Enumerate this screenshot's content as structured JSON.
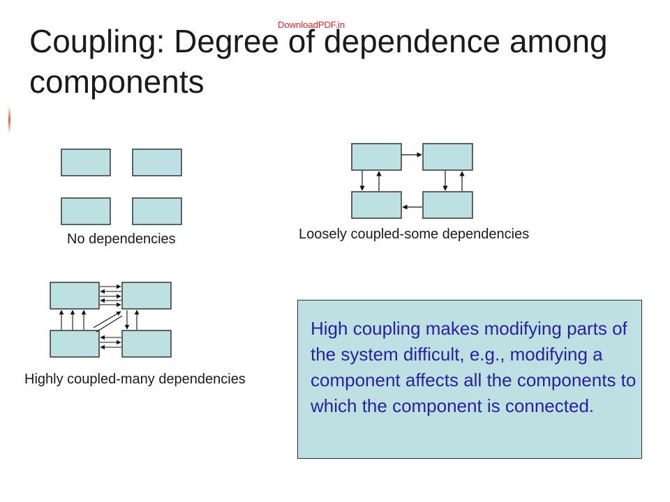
{
  "watermark": "DownloadPDF.in",
  "title": "Coupling: Degree of dependence among components",
  "diagrams": {
    "no_dependencies": {
      "caption": "No dependencies"
    },
    "loosely_coupled": {
      "caption": "Loosely coupled-some dependencies"
    },
    "highly_coupled": {
      "caption": "Highly coupled-many dependencies"
    }
  },
  "note": {
    "text": "High coupling makes modifying parts of the system difficult, e.g., modifying a component affects all the components to which the component is connected."
  },
  "colors": {
    "component_fill": "#bde0e2",
    "note_text": "#2a1f9e",
    "watermark": "#e02020"
  }
}
